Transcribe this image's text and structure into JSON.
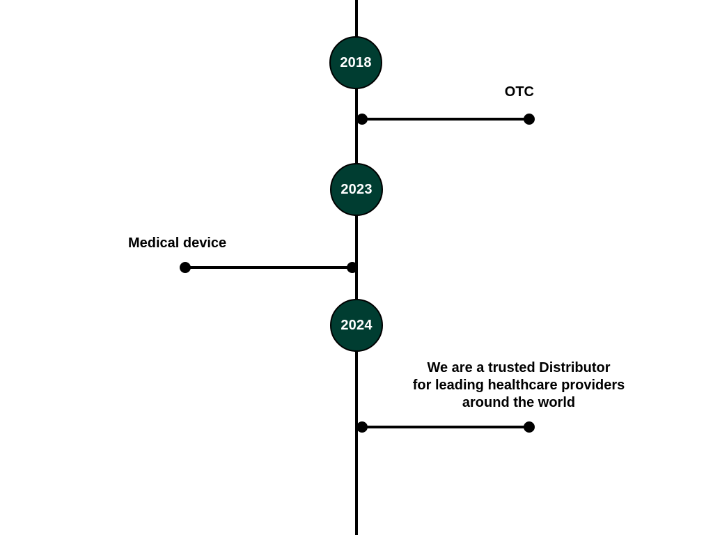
{
  "colors": {
    "node_fill": "#003d31",
    "line": "#000000",
    "text": "#000000"
  },
  "timeline": {
    "years": [
      {
        "label": "2018"
      },
      {
        "label": "2023"
      },
      {
        "label": "2024"
      }
    ],
    "branches": [
      {
        "side": "right",
        "label_lines": [
          "OTC"
        ]
      },
      {
        "side": "left",
        "label_lines": [
          "Medical device"
        ]
      },
      {
        "side": "right",
        "label_lines": [
          "We are a trusted Distributor",
          "for leading healthcare providers",
          "around the world"
        ]
      }
    ]
  }
}
